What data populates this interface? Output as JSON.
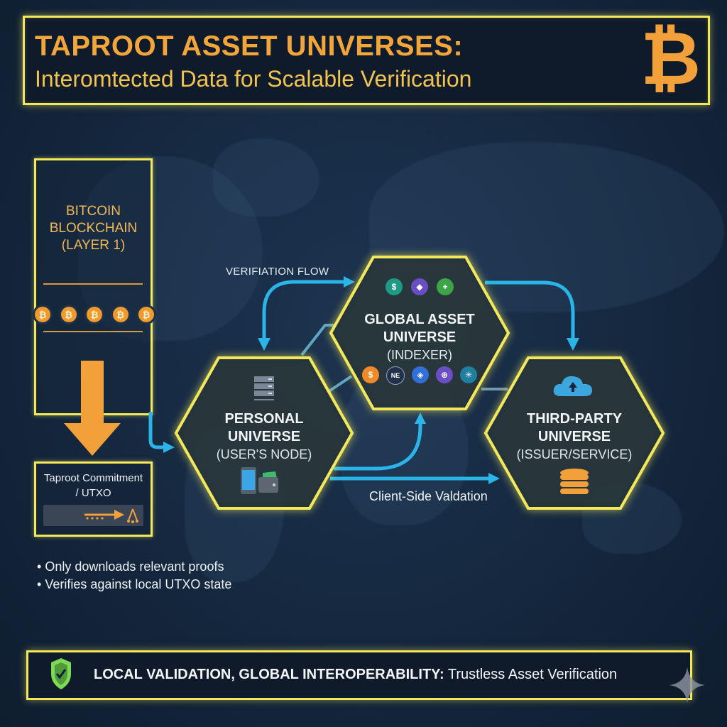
{
  "header": {
    "title": "TAPROOT ASSET UNIVERSES:",
    "subtitle": "Interomtected Data for Scalable Verification",
    "logo_icon": "bitcoin-logo-icon",
    "logo_glyph": "₿"
  },
  "blockchain": {
    "title_line1": "BITCOIN",
    "title_line2": "BLOCKCHAIN",
    "title_line3": "(LAYER 1)",
    "coins": [
      "₿",
      "₿",
      "₿",
      "₿",
      "₿"
    ]
  },
  "commitment": {
    "title_line1": "Taproot Commitment",
    "title_line2": "/ UTXO"
  },
  "bullets": [
    "Only downloads relevant proofs",
    "Verifies against local UTXO state"
  ],
  "flow": {
    "verification_label": "VERIFIATION FLOW",
    "client_side_label": "Client-Side Valdation"
  },
  "nodes": {
    "global": {
      "line1": "GLOBAL ASSET",
      "line2": "UNIVERSE",
      "line3": "(INDEXER)",
      "top_tokens": [
        {
          "glyph": "$",
          "color": "#1e9a86"
        },
        {
          "glyph": "◆",
          "color": "#6a4fc4"
        },
        {
          "glyph": "+",
          "color": "#3da447"
        }
      ],
      "bottom_tokens": [
        {
          "glyph": "$",
          "color": "#ee8a2a"
        },
        {
          "glyph": "NE",
          "color": "#22304a"
        },
        {
          "glyph": "◈",
          "color": "#2f6fd6"
        },
        {
          "glyph": "⊕",
          "color": "#6a4fc4"
        },
        {
          "glyph": "✳",
          "color": "#1f7f9f"
        }
      ]
    },
    "personal": {
      "line1": "PERSONAL",
      "line2": "UNIVERSE",
      "line3": "(USER'S NODE)",
      "icons": [
        "server-icon",
        "phone-icon",
        "wallet-icon"
      ]
    },
    "third_party": {
      "line1": "THIRD-PARTY",
      "line2": "UNIVERSE",
      "line3": "(ISSUER/SERVICE)",
      "icons": [
        "cloud-icon",
        "database-icon"
      ]
    }
  },
  "footer": {
    "bold_text": "LOCAL VALIDATION, GLOBAL INTEROPERABILITY:",
    "rest_text": " Trustless Asset Verification"
  },
  "colors": {
    "accent_yellow": "#f3e85a",
    "bitcoin_orange": "#f2a03a",
    "flow_blue": "#2ab4e8",
    "background": "#162a42",
    "shield_green": "#7ed957"
  }
}
